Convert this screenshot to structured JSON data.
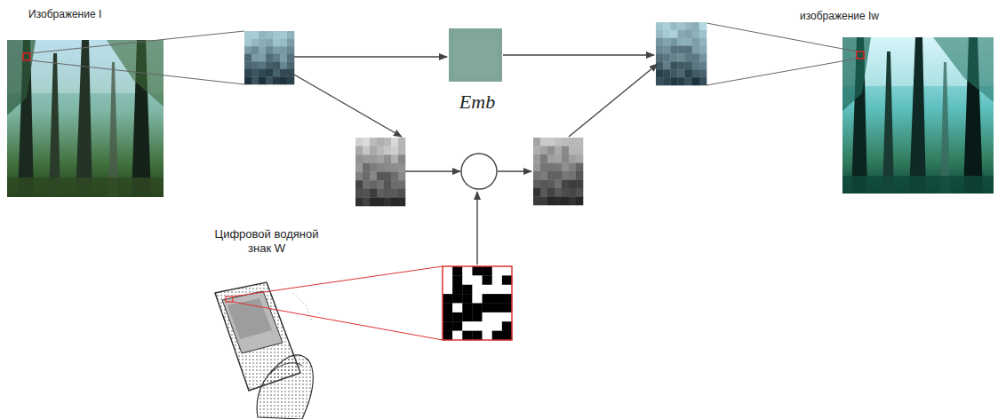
{
  "diagram": {
    "nodes": [
      {
        "text": [
          "Изображение I"
        ]
      },
      {
        "text": [
          "Emb"
        ]
      },
      {
        "text": [
          "изображение Iw"
        ]
      },
      {
        "text": [
          "Цифровой водяной знак W"
        ]
      }
    ]
  }
}
